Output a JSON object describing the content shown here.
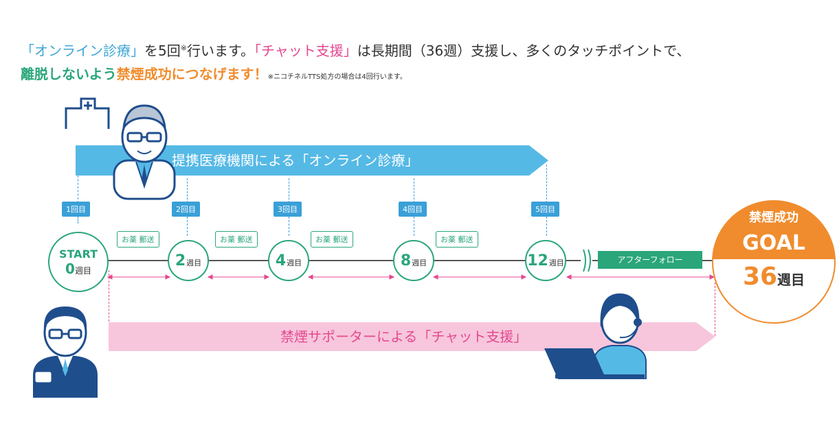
{
  "intro": {
    "line1_a": "「オンライン診療」",
    "line1_b": "を5回",
    "line1_note_mark": "※",
    "line1_c": "行います。",
    "line1_d": "「チャット支援」",
    "line1_e": "は長期間（36週）支援し、多くのタッチポイントで、",
    "line2_a": "離脱しないよう",
    "line2_b": "禁煙成功につなげます！",
    "line2_note": "※ニコチネルTTS処方の場合は4回行います。"
  },
  "online_band": "提携医療機関による「オンライン診療」",
  "chat_band": "禁煙サポーターによる「チャット支援」",
  "visits": [
    "1回目",
    "2回目",
    "3回目",
    "4回目",
    "5回目"
  ],
  "med_label": "お薬 郵送",
  "start": {
    "label": "START",
    "num": "0",
    "unit": "週目"
  },
  "weeks": [
    {
      "num": "2",
      "unit": "週目"
    },
    {
      "num": "4",
      "unit": "週目"
    },
    {
      "num": "8",
      "unit": "週目"
    },
    {
      "num": "12",
      "unit": "週目"
    }
  ],
  "after_follow": "アフターフォロー",
  "goal": {
    "top": "禁煙成功",
    "mid": "GOAL",
    "num": "36",
    "unit": "週目"
  },
  "colors": {
    "blue": "#3ea6d6",
    "pink": "#e4498f",
    "green": "#2aa67a",
    "orange": "#f08c2d",
    "band_blue": "#55b9e6",
    "band_pink": "#f7c6dc"
  },
  "icons": [
    "hospital-icon",
    "doctor-icon",
    "patient-icon",
    "supporter-icon"
  ]
}
